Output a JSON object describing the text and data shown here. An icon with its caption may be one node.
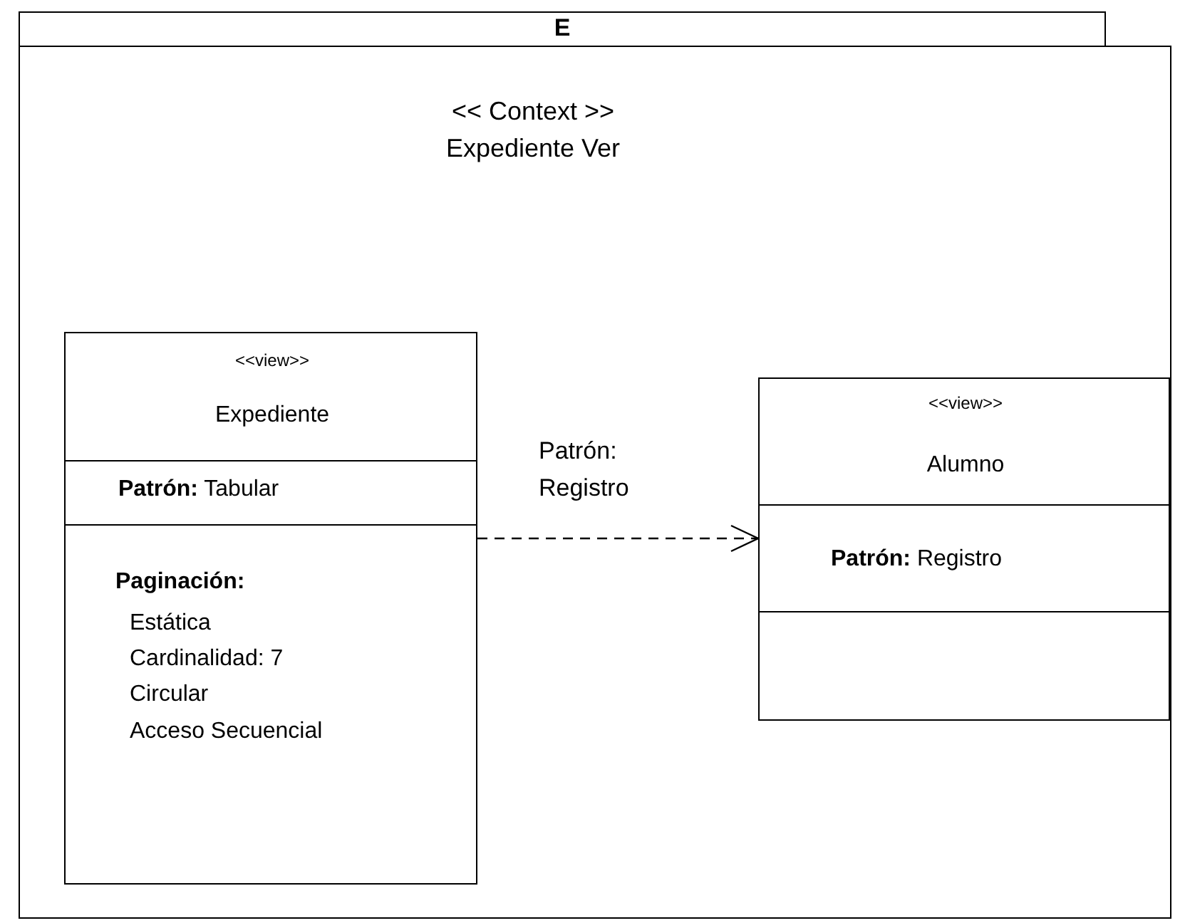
{
  "diagram": {
    "nodes": [
      {
        "text": [
          "E",
          "<< Context >>",
          "Expediente Ver"
        ]
      },
      {
        "text": [
          "<<view>>",
          "Expediente",
          "**Patrón:** Tabular",
          "Paginación:",
          "Estática",
          "Cardinalidad: 7",
          "Circular",
          "Acceso Secuencial"
        ],
        "in": 0
      },
      {
        "text": [
          "<<view>>",
          "Alumno",
          "**Patrón:** Registro"
        ],
        "in": 0
      }
    ],
    "edges": [
      {
        "from": 1,
        "to": 2,
        "arrow": "to",
        "style": "dashed",
        "label": "Patrón: Registro"
      }
    ]
  }
}
